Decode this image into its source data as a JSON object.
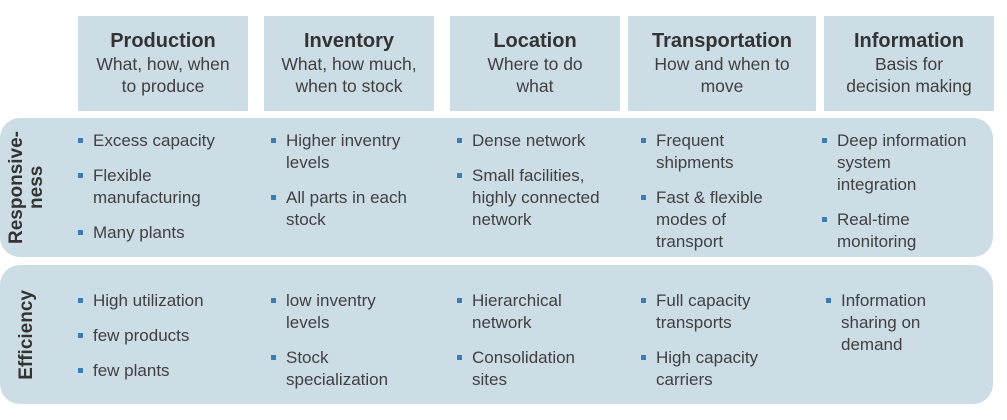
{
  "columns": [
    {
      "title": "Production",
      "subtitle": "What, how, when\nto produce"
    },
    {
      "title": "Inventory",
      "subtitle": "What, how much,\nwhen to stock"
    },
    {
      "title": "Location",
      "subtitle": "Where to do\nwhat"
    },
    {
      "title": "Transportation",
      "subtitle": "How and when to\nmove"
    },
    {
      "title": "Information",
      "subtitle": "Basis for\ndecision making"
    }
  ],
  "rows": [
    {
      "label": "Responsive-\nness"
    },
    {
      "label": "Efficiency"
    }
  ],
  "cells": {
    "responsiveness": [
      [
        "Excess capacity",
        "Flexible\nmanufacturing",
        "Many plants"
      ],
      [
        "Higher inventry\nlevels",
        "All parts in each\nstock"
      ],
      [
        "Dense network",
        "Small facilities,\nhighly connected\nnetwork"
      ],
      [
        "Frequent\nshipments",
        "Fast & flexible\nmodes of\ntransport"
      ],
      [
        "Deep information\nsystem\nintegration",
        "Real-time\nmonitoring"
      ]
    ],
    "efficiency": [
      [
        "High utilization",
        "few products",
        "few plants"
      ],
      [
        "low inventry\nlevels",
        "Stock\nspecialization"
      ],
      [
        "Hierarchical\nnetwork",
        "Consolidation\nsites"
      ],
      [
        "Full capacity\ntransports",
        "High capacity\ncarriers"
      ],
      [
        "Information\nsharing on\ndemand"
      ]
    ]
  },
  "colors": {
    "box": "#ccdde6",
    "bullet": "#3a7db6"
  }
}
